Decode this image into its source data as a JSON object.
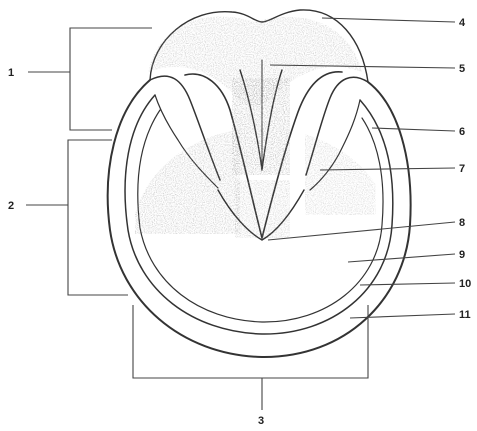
{
  "labels": {
    "l1": "1",
    "l2": "2",
    "l3": "3",
    "l4": "4",
    "l5": "5",
    "l6": "6",
    "l7": "7",
    "l8": "8",
    "l9": "9",
    "l10": "10",
    "l11": "11"
  },
  "colors": {
    "line": "#333333",
    "stipple": "#9a9a9a",
    "background": "#ffffff"
  }
}
